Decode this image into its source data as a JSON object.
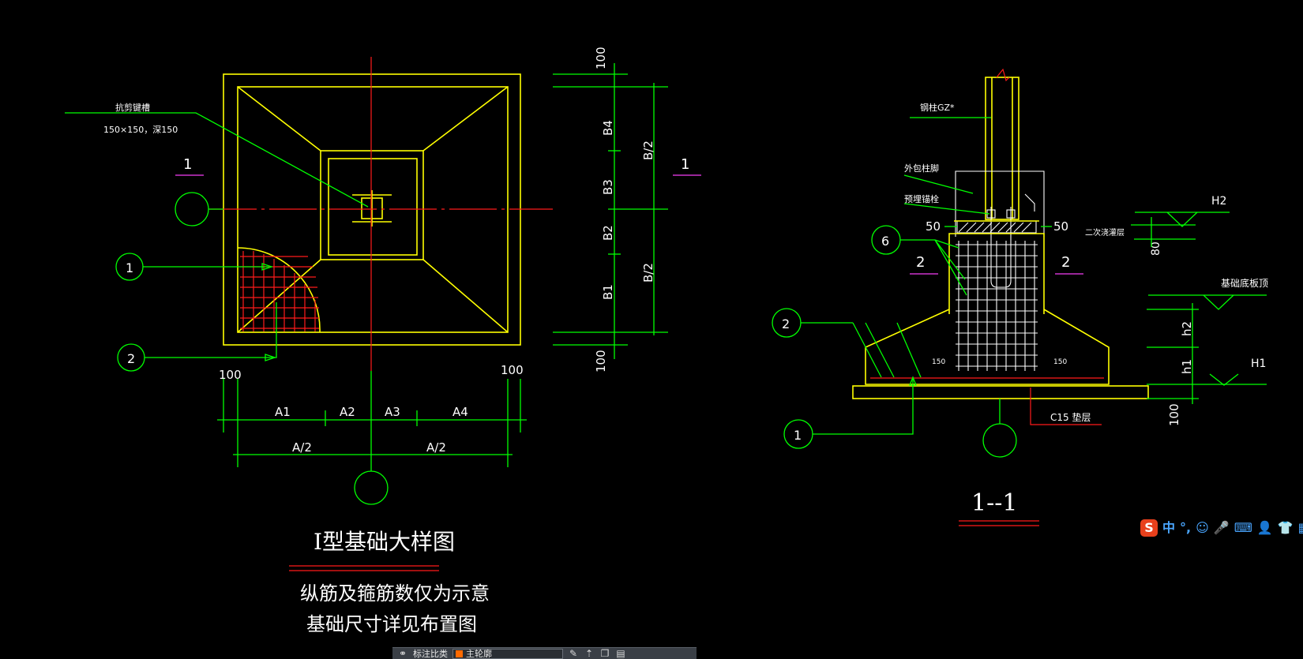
{
  "left_view": {
    "annotation_title": "抗剪键槽",
    "annotation_size": "150×150，深150",
    "section_marker": "1",
    "dims_top": "100",
    "dims_bottom": "100",
    "dims_left_100": "100",
    "dims_right_100": "100",
    "b_labels": [
      "B4",
      "B3",
      "B2",
      "B1"
    ],
    "b_half": "B/2",
    "a_labels": [
      "A1",
      "A2",
      "A3",
      "A4"
    ],
    "a_half": "A/2",
    "callout_1": "1",
    "callout_2": "2"
  },
  "right_view": {
    "label_column": "钢柱GZ*",
    "label_outer_foot": "外包柱脚",
    "label_anchor": "预埋锚栓",
    "label_grout": "二次浇灌层",
    "label_base_top": "基础底板顶",
    "label_cushion": "C15 垫层",
    "dim_50": "50",
    "dim_80": "80",
    "dim_150": "150",
    "dim_100": "100",
    "h_labels": [
      "h2",
      "h1"
    ],
    "H2": "H2",
    "H1": "H1",
    "marker_2": "2",
    "callout_6": "6",
    "callout_2": "2",
    "callout_1": "1",
    "section_title": "1--1"
  },
  "titles": {
    "main": "I型基础大样图",
    "note1": "纵筋及箍筋数仅为示意",
    "note2": "基础尺寸详见布置图"
  },
  "ime_bar": {
    "logo": "S",
    "items": [
      "中",
      "°,",
      "☺",
      "🎤",
      "⌨",
      "👤",
      "👕",
      "▦"
    ]
  },
  "bottom_bar": {
    "label": "标注比类",
    "layer_value": "主轮廓",
    "colors": {
      "layer_swatch": "#ff6a00"
    }
  }
}
